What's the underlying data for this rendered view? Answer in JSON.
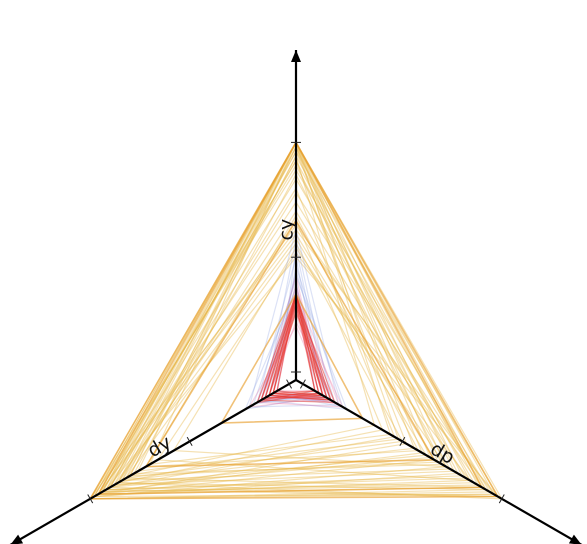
{
  "chart_data": {
    "type": "radar-parallel",
    "axes": [
      {
        "name": "cy",
        "tick_count": 3
      },
      {
        "name": "dp",
        "tick_count": 3
      },
      {
        "name": "dy",
        "tick_count": 3
      }
    ],
    "range": [
      0,
      1
    ],
    "groups": [
      {
        "color": "#e8b84a",
        "opacity": 0.42,
        "items": [
          [
            1.0,
            0.96,
            0.98
          ],
          [
            1.0,
            0.92,
            1.0
          ],
          [
            1.0,
            0.88,
            0.94
          ],
          [
            1.0,
            1.0,
            0.86
          ],
          [
            0.96,
            0.98,
            0.9
          ],
          [
            0.92,
            0.84,
            0.96
          ],
          [
            1.0,
            0.8,
            0.92
          ],
          [
            0.88,
            0.94,
            1.0
          ],
          [
            0.98,
            0.76,
            0.88
          ],
          [
            0.94,
            0.9,
            0.82
          ],
          [
            1.0,
            0.72,
            0.98
          ],
          [
            0.84,
            0.86,
            0.94
          ],
          [
            0.98,
            0.68,
            0.8
          ],
          [
            0.9,
            0.78,
            0.98
          ],
          [
            1.0,
            0.64,
            0.9
          ],
          [
            0.78,
            0.92,
            0.86
          ],
          [
            0.96,
            0.6,
            0.94
          ],
          [
            0.86,
            0.7,
            0.78
          ],
          [
            0.74,
            0.82,
            0.92
          ],
          [
            1.0,
            0.56,
            0.84
          ],
          [
            0.92,
            0.52,
            0.96
          ],
          [
            0.7,
            0.74,
            0.84
          ],
          [
            0.64,
            0.9,
            0.96
          ],
          [
            0.58,
            0.62,
            0.88
          ],
          [
            0.98,
            0.48,
            0.76
          ],
          [
            0.62,
            0.96,
            1.0
          ],
          [
            0.68,
            0.58,
            0.72
          ],
          [
            0.8,
            0.46,
            0.9
          ],
          [
            0.56,
            0.5,
            0.82
          ],
          [
            0.52,
            0.84,
            0.66
          ],
          [
            1.0,
            0.44,
            0.7
          ],
          [
            0.6,
            0.66,
            0.96
          ],
          [
            0.5,
            0.98,
            0.92
          ],
          [
            0.66,
            0.4,
            0.86
          ],
          [
            0.94,
            0.36,
            0.8
          ],
          [
            0.54,
            0.72,
            0.58
          ]
        ]
      },
      {
        "color": "#8aa0e0",
        "opacity": 0.3,
        "items": [
          [
            0.58,
            0.14,
            0.12
          ],
          [
            0.5,
            0.1,
            0.16
          ],
          [
            0.44,
            0.16,
            0.1
          ],
          [
            0.38,
            0.12,
            0.14
          ],
          [
            0.62,
            0.18,
            0.2
          ],
          [
            0.34,
            0.08,
            0.12
          ],
          [
            0.46,
            0.2,
            0.08
          ],
          [
            0.4,
            0.06,
            0.18
          ],
          [
            0.54,
            0.12,
            0.06
          ],
          [
            0.3,
            0.14,
            0.16
          ],
          [
            0.42,
            0.22,
            0.14
          ],
          [
            0.36,
            0.1,
            0.22
          ]
        ]
      },
      {
        "color": "#e87aa8",
        "opacity": 0.32,
        "items": [
          [
            0.3,
            0.1,
            0.1
          ],
          [
            0.34,
            0.14,
            0.08
          ],
          [
            0.26,
            0.08,
            0.14
          ],
          [
            0.38,
            0.12,
            0.12
          ],
          [
            0.22,
            0.16,
            0.1
          ],
          [
            0.32,
            0.06,
            0.06
          ],
          [
            0.28,
            0.2,
            0.16
          ],
          [
            0.42,
            0.1,
            0.14
          ],
          [
            0.2,
            0.12,
            0.2
          ],
          [
            0.36,
            0.18,
            0.06
          ]
        ]
      },
      {
        "color": "#e83a32",
        "opacity": 0.55,
        "items": [
          [
            0.34,
            0.1,
            0.12
          ],
          [
            0.34,
            0.14,
            0.1
          ],
          [
            0.32,
            0.08,
            0.1
          ],
          [
            0.34,
            0.12,
            0.08
          ],
          [
            0.3,
            0.12,
            0.12
          ],
          [
            0.34,
            0.06,
            0.14
          ],
          [
            0.28,
            0.1,
            0.08
          ],
          [
            0.32,
            0.16,
            0.14
          ],
          [
            0.34,
            0.1,
            0.06
          ],
          [
            0.26,
            0.14,
            0.1
          ],
          [
            0.34,
            0.08,
            0.16
          ],
          [
            0.3,
            0.06,
            0.08
          ]
        ]
      },
      {
        "color": "#e8a030",
        "opacity": 0.65,
        "items": [
          [
            1.0,
            0.9,
            0.96
          ],
          [
            0.66,
            0.66,
            0.72
          ],
          [
            0.34,
            0.3,
            0.34
          ],
          [
            1.0,
            0.98,
            1.0
          ]
        ]
      }
    ]
  }
}
